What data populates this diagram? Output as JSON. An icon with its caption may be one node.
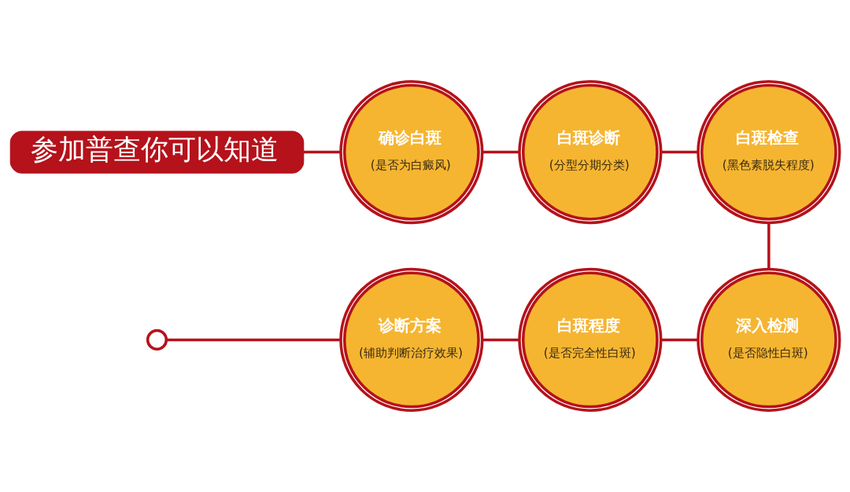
{
  "diagram": {
    "nodes": [
      {
        "text": [
          "参加普查你可以知道"
        ]
      },
      {
        "text": [
          "确诊白斑",
          "(是否为白癜风)"
        ]
      },
      {
        "text": [
          "白斑诊断",
          "(分型分期分类)"
        ]
      },
      {
        "text": [
          "白斑检查",
          "(黑色素脱失程度)"
        ]
      },
      {
        "text": [
          "深入检测",
          "(是否隐性白斑)"
        ]
      },
      {
        "text": [
          "白斑程度",
          "(是否完全性白斑)"
        ]
      },
      {
        "text": [
          "诊断方案",
          "(辅助判断治疗效果)"
        ]
      },
      {
        "text": [],
        "shape": "circle"
      }
    ],
    "edges": [
      {
        "from": 0,
        "to": 1,
        "arrow": "none"
      },
      {
        "from": 1,
        "to": 2,
        "arrow": "none"
      },
      {
        "from": 2,
        "to": 3,
        "arrow": "none"
      },
      {
        "from": 3,
        "to": 4,
        "arrow": "none"
      },
      {
        "from": 4,
        "to": 5,
        "arrow": "none"
      },
      {
        "from": 5,
        "to": 6,
        "arrow": "none"
      },
      {
        "from": 6,
        "to": 7,
        "arrow": "none"
      }
    ]
  }
}
